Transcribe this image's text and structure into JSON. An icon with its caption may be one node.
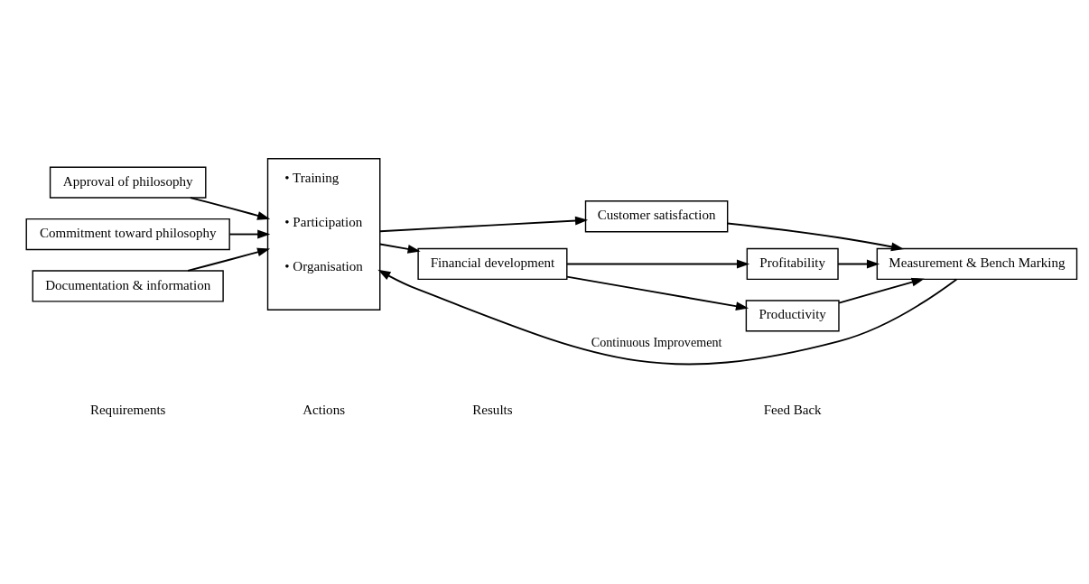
{
  "diagram": {
    "nodes": [
      {
        "text": [
          "Approval of philosophy"
        ]
      },
      {
        "text": [
          "Commitment toward philosophy"
        ]
      },
      {
        "text": [
          "Documentation & information"
        ]
      },
      {
        "text": [
          "• Training",
          "• Participation",
          "• Organisation"
        ]
      },
      {
        "text": [
          "Customer satisfaction"
        ]
      },
      {
        "text": [
          "Financial development"
        ]
      },
      {
        "text": [
          "Profitability"
        ]
      },
      {
        "text": [
          "Productivity"
        ]
      },
      {
        "text": [
          "Measurement & Bench Marking"
        ]
      }
    ],
    "edges": [
      {
        "from": 0,
        "to": 3,
        "arrow": "to"
      },
      {
        "from": 1,
        "to": 3,
        "arrow": "to"
      },
      {
        "from": 2,
        "to": 3,
        "arrow": "to"
      },
      {
        "from": 3,
        "to": 4,
        "arrow": "to"
      },
      {
        "from": 3,
        "to": 5,
        "arrow": "to"
      },
      {
        "from": 5,
        "to": 6,
        "arrow": "to"
      },
      {
        "from": 5,
        "to": 7,
        "arrow": "to"
      },
      {
        "from": 4,
        "to": 8,
        "arrow": "to"
      },
      {
        "from": 6,
        "to": 8,
        "arrow": "to"
      },
      {
        "from": 7,
        "to": 8,
        "arrow": "to"
      },
      {
        "from": 8,
        "to": 3,
        "label": "Continuous Improvement",
        "arrow": "to"
      }
    ],
    "labels": [
      "Requirements",
      "Actions",
      "Results",
      "Feed Back"
    ]
  }
}
